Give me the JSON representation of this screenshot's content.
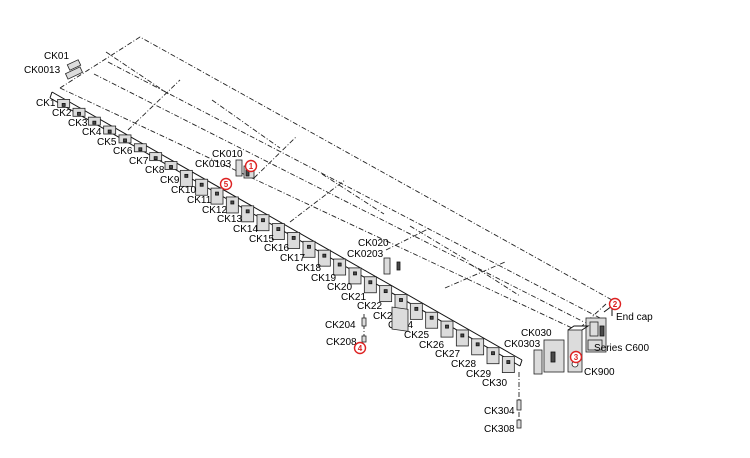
{
  "diagram": {
    "top_labels": [
      "CK01",
      "CK0013"
    ],
    "rail_labels": [
      "CK1",
      "CK2",
      "CK3",
      "CK4",
      "CK5",
      "CK6",
      "CK7",
      "CK8",
      "CK9",
      "CK10",
      "CK11",
      "CK12",
      "CK13",
      "CK14",
      "CK15",
      "CK16",
      "CK17",
      "CK18",
      "CK19",
      "CK20",
      "CK21",
      "CK22",
      "CK23",
      "CK24",
      "CK25",
      "CK26",
      "CK27",
      "CK28",
      "CK29",
      "CK30"
    ],
    "callouts": {
      "ck010": "CK010",
      "ck0103": "CK0103",
      "ck020": "CK020",
      "ck0203": "CK0203",
      "ck030": "CK030",
      "ck0303": "CK0303",
      "ck204": "CK204",
      "ck208": "CK208",
      "ck304": "CK304",
      "ck308": "CK308",
      "ck900": "CK900",
      "end_cap": "End cap",
      "series": "Series C600"
    },
    "badges": [
      "1",
      "2",
      "3",
      "4",
      "5"
    ],
    "colors": {
      "badge": "#dd2222",
      "line": "#222222",
      "part_fill": "#dcdcdc"
    }
  }
}
